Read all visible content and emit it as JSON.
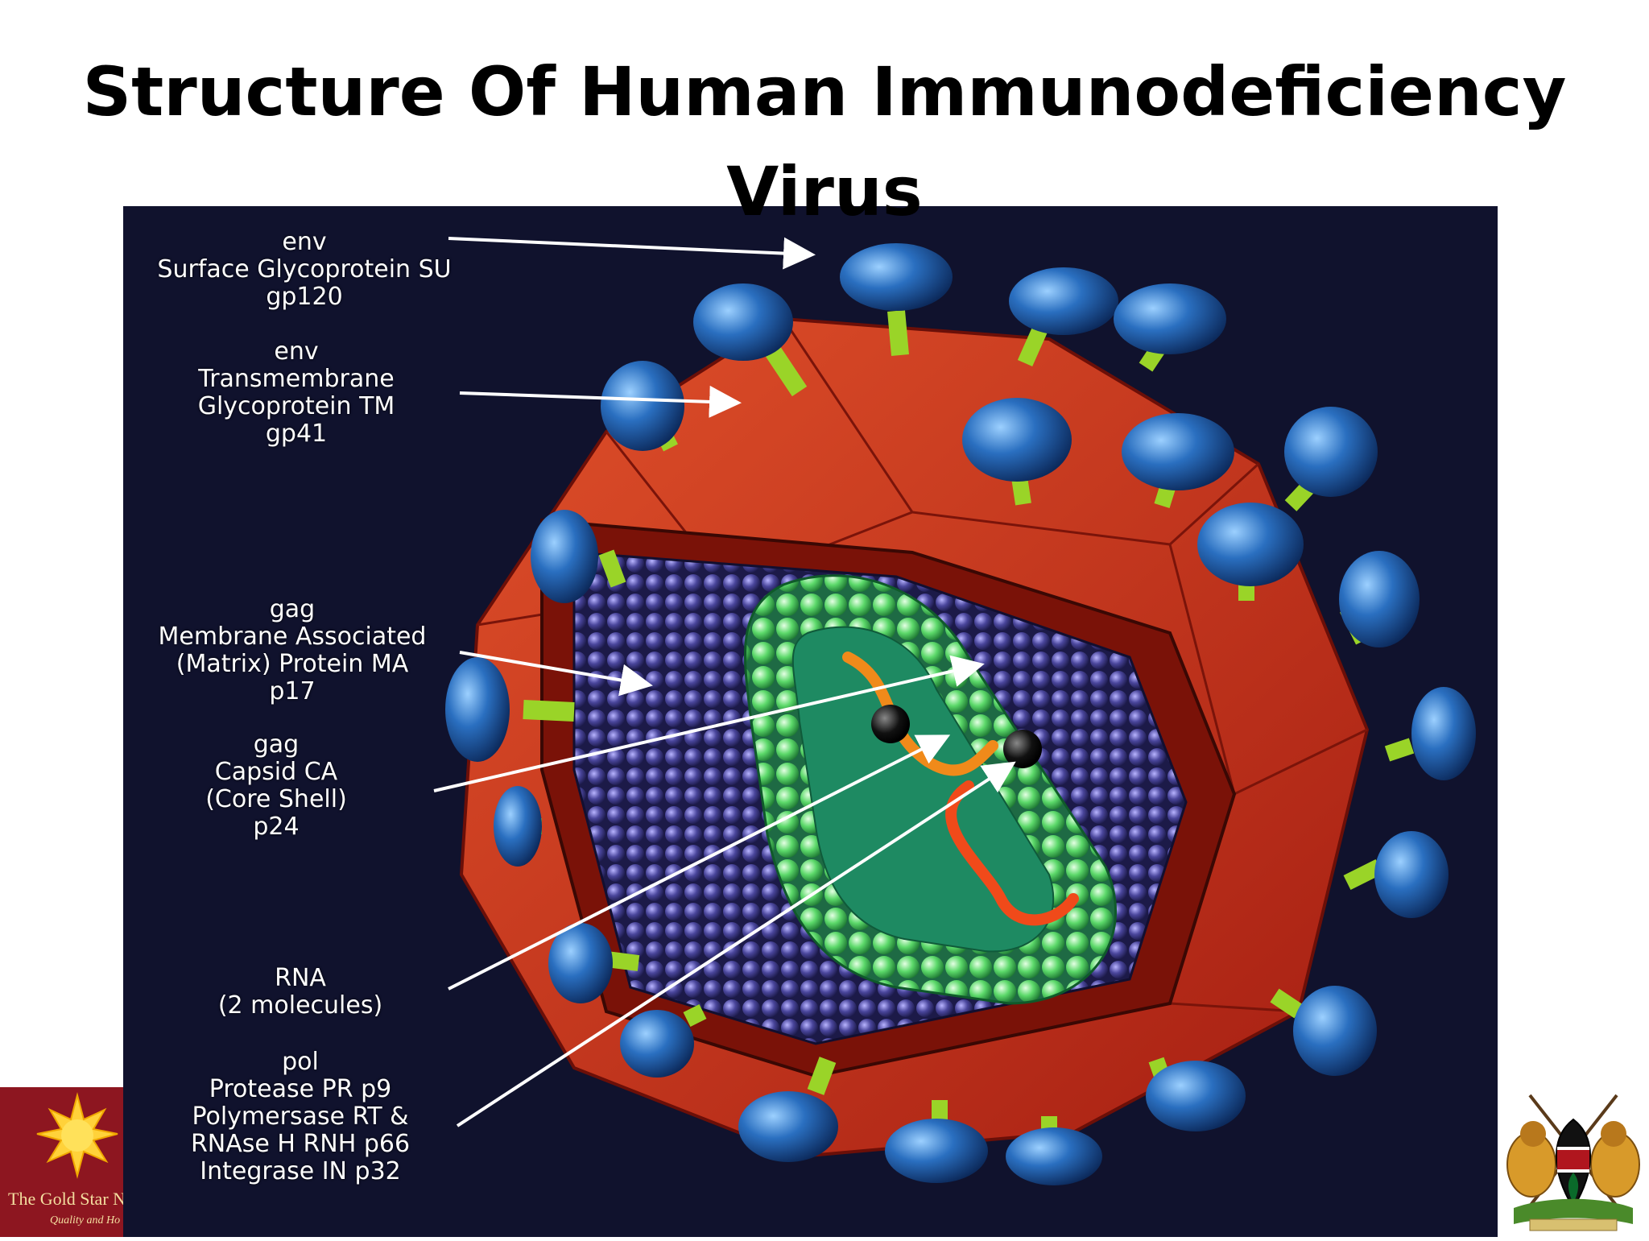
{
  "title": {
    "line1": "Structure Of Human Immunodeficiency",
    "line2": "Virus"
  },
  "labels": {
    "su": [
      "env",
      "Surface Glycoprotein SU",
      "gp120"
    ],
    "tm": [
      "env",
      "Transmembrane",
      "Glycoprotein TM",
      "gp41"
    ],
    "ma": [
      "gag",
      "Membrane Associated",
      "(Matrix) Protein MA",
      "p17"
    ],
    "ca": [
      "gag",
      "Capsid CA",
      "(Core Shell)",
      "p24"
    ],
    "rna": [
      "RNA",
      "(2 molecules)"
    ],
    "pol": [
      "pol",
      "Protease PR p9",
      "Polymersase RT &",
      "RNAse H RNH p66",
      "Integrase IN p32"
    ]
  },
  "logos": {
    "left": {
      "org_text": "The Gold Star N",
      "tagline": "Quality and Ho"
    },
    "right": {
      "icon": "kenya-coat-of-arms"
    }
  },
  "colors": {
    "background": "#10122d",
    "envelope": "#c8321c",
    "matrix": "#3d3a8c",
    "capsid": "#5cd96a",
    "core": "#1e8a62",
    "spike_head": "#2a6fc0",
    "spike_stalk": "#9ad428",
    "rna": "#f08a1a"
  }
}
